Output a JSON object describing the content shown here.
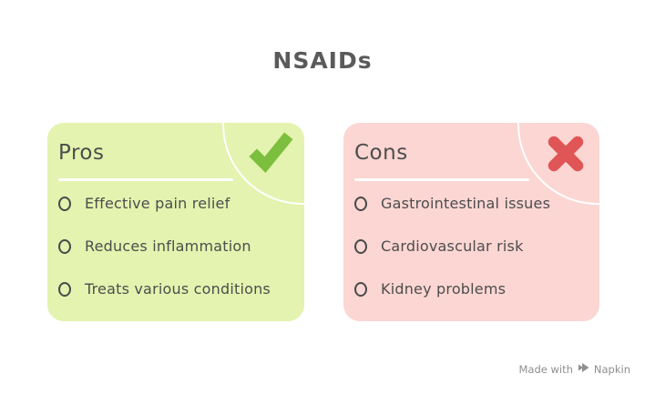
{
  "title": "NSAIDs",
  "cards": [
    {
      "id": "pros",
      "title": "Pros",
      "icon": "check-icon",
      "bg": "#e4f3af",
      "icon_color": "#7cbe3d",
      "items": [
        "Effective pain relief",
        "Reduces inflammation",
        "Treats various conditions"
      ]
    },
    {
      "id": "cons",
      "title": "Cons",
      "icon": "x-icon",
      "bg": "#fbd6d3",
      "icon_color": "#e05555",
      "items": [
        "Gastrointestinal issues",
        "Cardiovascular risk",
        "Kidney problems"
      ]
    }
  ],
  "watermark": {
    "prefix": "Made with",
    "brand": "Napkin"
  },
  "theme": {
    "page_bg": "#ffffff",
    "title_color": "#5a5a5a",
    "text_color": "#4d4d4d",
    "pros_bg": "#e4f3af",
    "cons_bg": "#fbd6d3",
    "check_color": "#7cbe3d",
    "cross_color": "#e05555",
    "watermark_color": "#8f8f8f"
  }
}
